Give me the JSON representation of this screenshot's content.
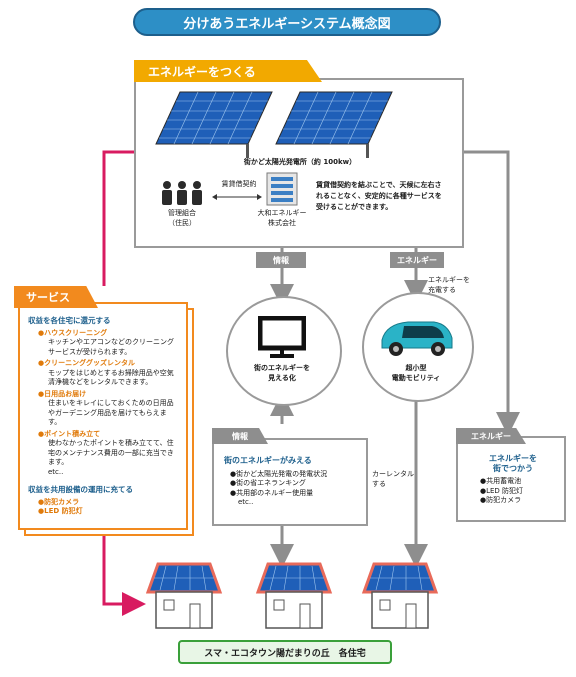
{
  "title": "分けあうエネルギーシステム概念図",
  "generate": {
    "tag": "エネルギーをつくる",
    "plant_label": "街かど太陽光発電所（約 100kw）",
    "lease_label": "賃貸借契約",
    "union_label": "管理組合\n（住民）",
    "company_label": "大和エネルギー\n株式会社",
    "description": "賃貸借契約を結ぶことで、天候に左右されることなく、安定的に各種サービスを受けることができます。"
  },
  "flows": {
    "info_tag": "情報",
    "energy_tag": "エネルギー",
    "energy_charge": "エネルギーを\n充電する",
    "car_rental": "カーレンタル\nする"
  },
  "visualize": {
    "label": "街のエネルギーを\n見える化"
  },
  "mobility": {
    "label": "超小型\n電動モビリティ"
  },
  "service": {
    "tag": "サービス",
    "section1": "収益を各住宅に還元する",
    "items": [
      {
        "title": "●ハウスクリーニング",
        "desc": "キッチンやエアコンなどのクリーニングサービスが受けられます。"
      },
      {
        "title": "●クリーニンググッズレンタル",
        "desc": "モップをはじめとするお掃除用品や空気清浄機などをレンタルできます。"
      },
      {
        "title": "●日用品お届け",
        "desc": "住まいをキレイにしておくための日用品やガーデニング用品を届けてもらえます。"
      },
      {
        "title": "●ポイント積み立て",
        "desc": "使わなかったポイントを積み立てて、住宅のメンテナンス費用の一部に充当できます。"
      }
    ],
    "etc": "etc..",
    "section2": "収益を共用設備の運用に充てる",
    "items2": [
      "●防犯カメラ",
      "●LED 防犯灯"
    ]
  },
  "info_box": {
    "tag": "情報",
    "heading": "街のエネルギーがみえる",
    "items": [
      "●街かど太陽光発電の発電状況",
      "●街の省エネランキング",
      "●共用部のネルギー使用量"
    ],
    "etc": "etc.."
  },
  "energy_box": {
    "tag": "エネルギー",
    "heading": "エネルギーを\n街でつかう",
    "items": [
      "●共用蓄電池",
      "●LED 防犯灯",
      "●防犯カメラ"
    ]
  },
  "bottom": "スマ・エコタウン陽だまりの丘　各住宅",
  "colors": {
    "title": "#2d8fc6",
    "generate": "#f2a900",
    "service": "#f28a1e",
    "link": "#d81b60",
    "flow": "#8e8e8e",
    "bottom": "#3aa03a"
  }
}
